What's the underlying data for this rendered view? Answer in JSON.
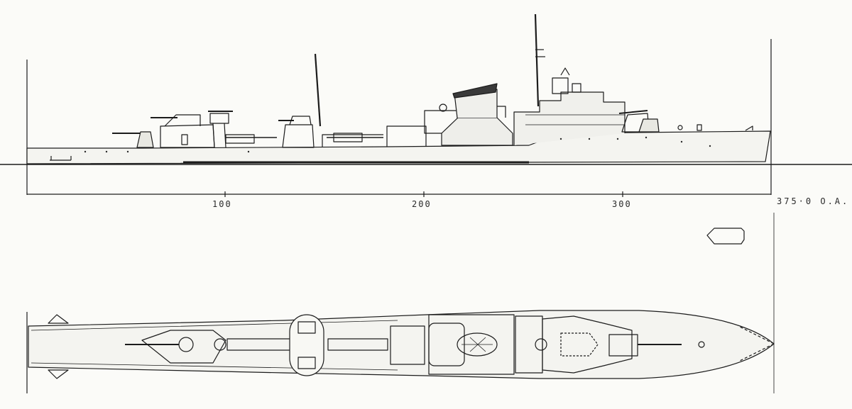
{
  "drawing": {
    "scale_labels": [
      "100",
      "200",
      "300"
    ],
    "overall_length_label": "375·0  O.A."
  },
  "colors": {
    "paper": "#fbfbf8",
    "ink": "#1c1c1c",
    "hull_fill": "#f4f4f0",
    "dark_fill": "#3a3a3a"
  }
}
